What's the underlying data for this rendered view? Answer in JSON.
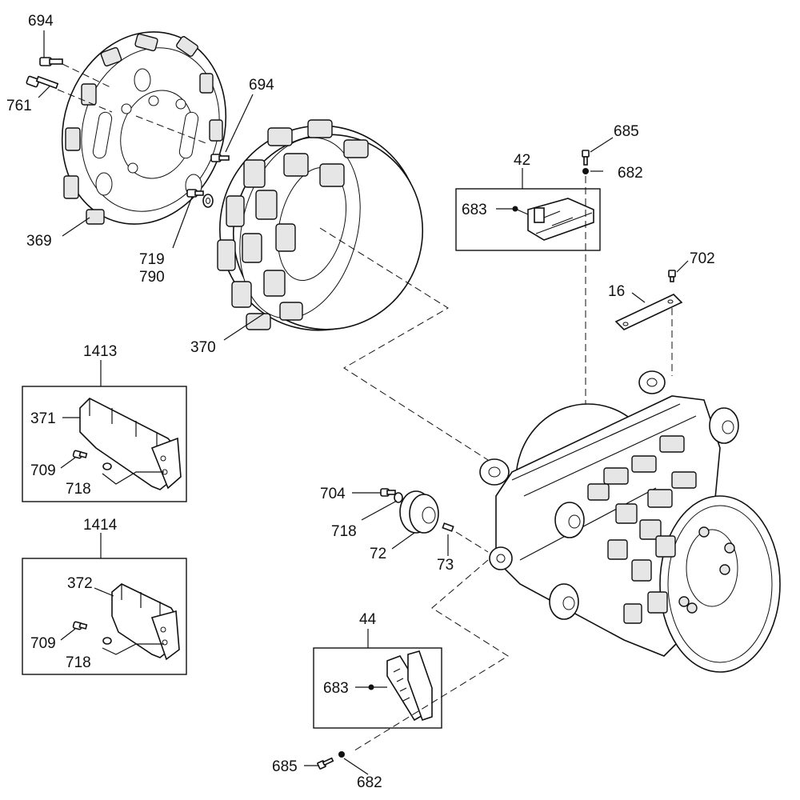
{
  "labels": {
    "p694_top": "694",
    "p761": "761",
    "p369": "369",
    "p694_mid": "694",
    "p719": "719",
    "p790": "790",
    "p370": "370",
    "p685_top": "685",
    "p682_top": "682",
    "p42": "42",
    "p683_top": "683",
    "p702": "702",
    "p16": "16",
    "p1413": "1413",
    "p371": "371",
    "p709_a": "709",
    "p718_a": "718",
    "p1414": "1414",
    "p372": "372",
    "p709_b": "709",
    "p718_b": "718",
    "p704": "704",
    "p718_c": "718",
    "p72": "72",
    "p73": "73",
    "p44": "44",
    "p683_bot": "683",
    "p685_bot": "685",
    "p682_bot": "682"
  }
}
